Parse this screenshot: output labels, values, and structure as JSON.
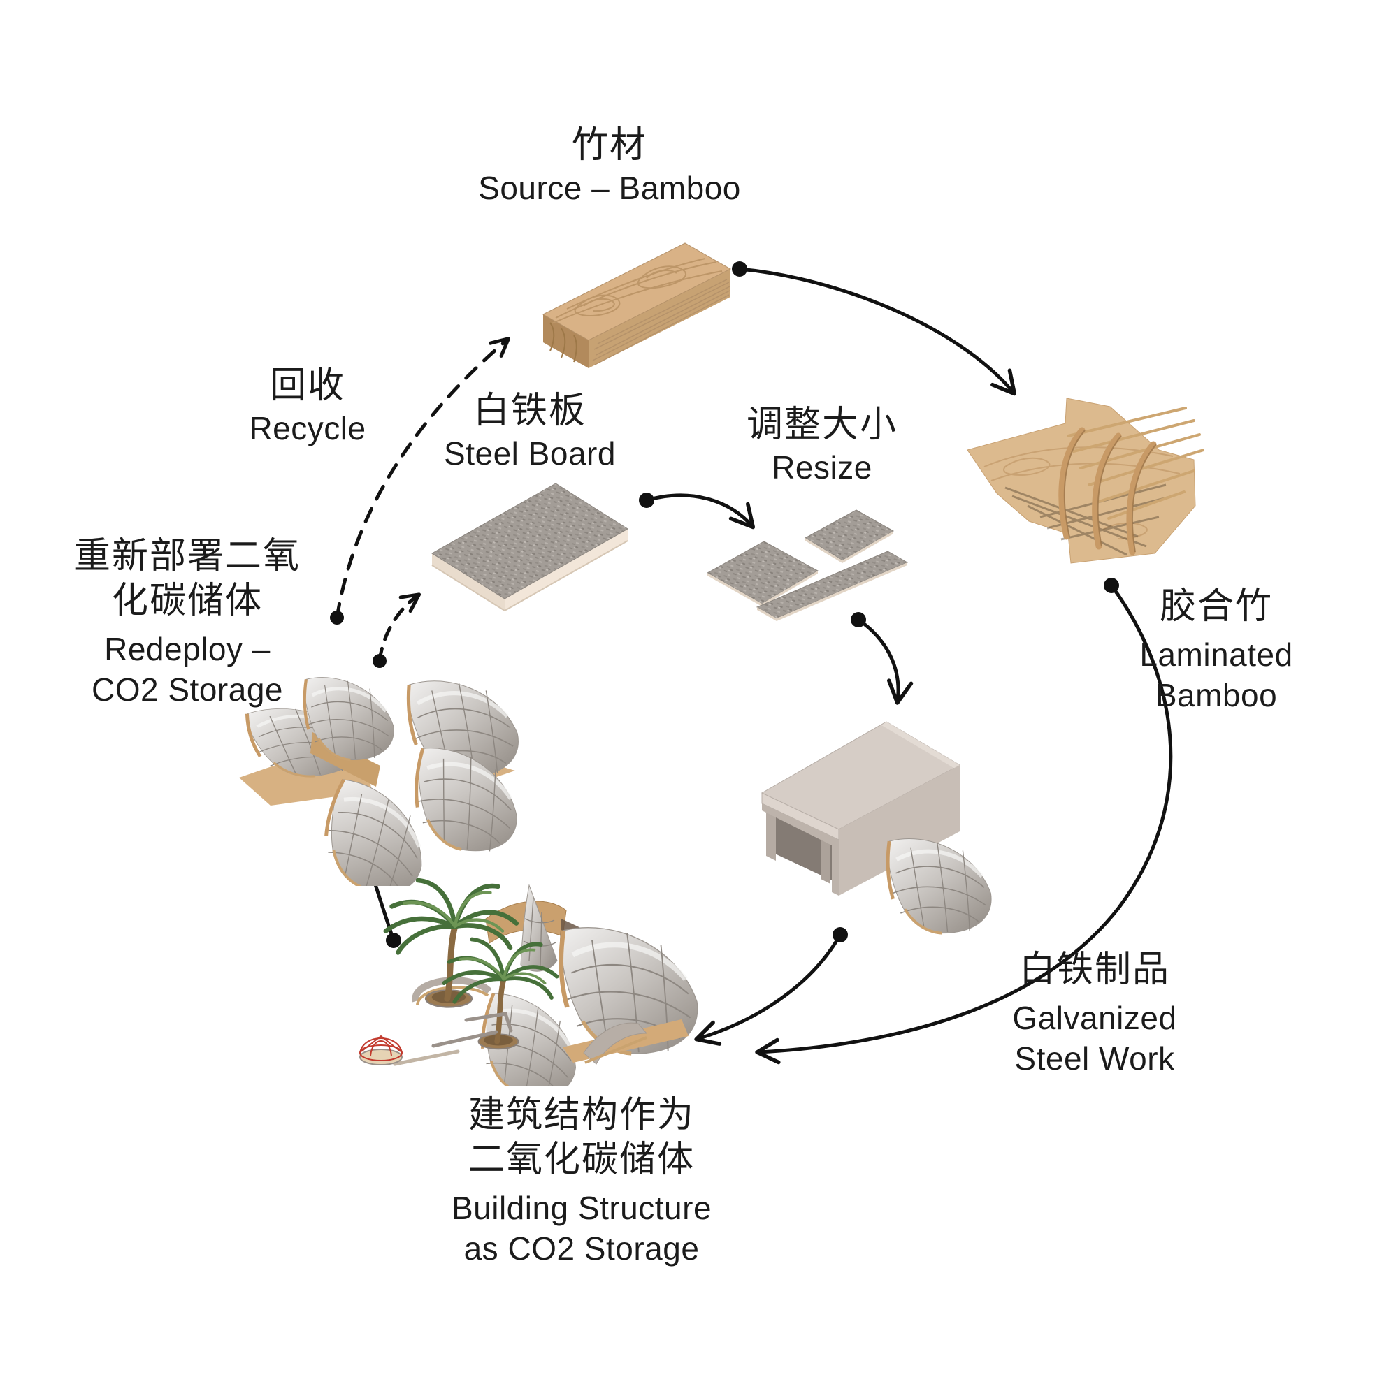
{
  "diagram": {
    "background": "#ffffff",
    "type": "circular-material-lifecycle"
  },
  "nodes": {
    "source": {
      "zh": "竹材",
      "en": "Source – Bamboo",
      "illustration": "bamboo-plank"
    },
    "recycle": {
      "zh": "回收",
      "en": "Recycle"
    },
    "steel_board": {
      "zh": "白铁板",
      "en": "Steel Board",
      "illustration": "steel-board-plate"
    },
    "resize": {
      "zh": "调整大小",
      "en": "Resize",
      "illustration": "cut-steel-plates"
    },
    "laminated": {
      "zh": "胶合竹",
      "en_line1": "Laminated",
      "en_line2": "Bamboo",
      "illustration": "laminated-bamboo-frame"
    },
    "galvanized": {
      "zh": "白铁制品",
      "en_line1": "Galvanized",
      "en_line2": "Steel Work",
      "illustration": "steel-box-and-shell"
    },
    "building": {
      "zh_line1": "建筑结构作为",
      "zh_line2": "二氧化碳储体",
      "en_line1": "Building Structure",
      "en_line2": "as CO2 Storage",
      "illustration": "pavilion-scene"
    },
    "redeploy": {
      "zh_line1": "重新部署二氧",
      "zh_line2": "化碳储体",
      "en_line1": "Redeploy –",
      "en_line2": "CO2 Storage",
      "illustration": "shell-modules"
    }
  },
  "connections": [
    {
      "from": "source",
      "to": "laminated",
      "style": "solid"
    },
    {
      "from": "steel_board",
      "to": "resize",
      "style": "solid"
    },
    {
      "from": "resize",
      "to": "galvanized",
      "style": "solid"
    },
    {
      "from": "laminated",
      "to": "building",
      "style": "solid"
    },
    {
      "from": "galvanized",
      "to": "building",
      "style": "solid"
    },
    {
      "from": "building",
      "to": "redeploy",
      "style": "solid"
    },
    {
      "from": "redeploy",
      "to": "source",
      "style": "dashed"
    },
    {
      "from": "redeploy",
      "to": "steel_board",
      "style": "dashed"
    }
  ],
  "colors": {
    "text": "#1b1b1b",
    "arrow": "#111111",
    "bamboo_top": "#d9b286",
    "bamboo_side": "#c7a273",
    "bamboo_end": "#b28a5c",
    "steel_speckle": "#a39d97",
    "steel_edge_cream": "#f2e6d9",
    "metal_light": "#f2f1f0",
    "metal_dark": "#8e8882",
    "wood_edge": "#c79a66",
    "box_top": "#d6cdc6",
    "box_side": "#c8beb6",
    "palm_green": "#46703a",
    "trunk_brown": "#8a6a42",
    "dome_red": "#c23b2e"
  }
}
